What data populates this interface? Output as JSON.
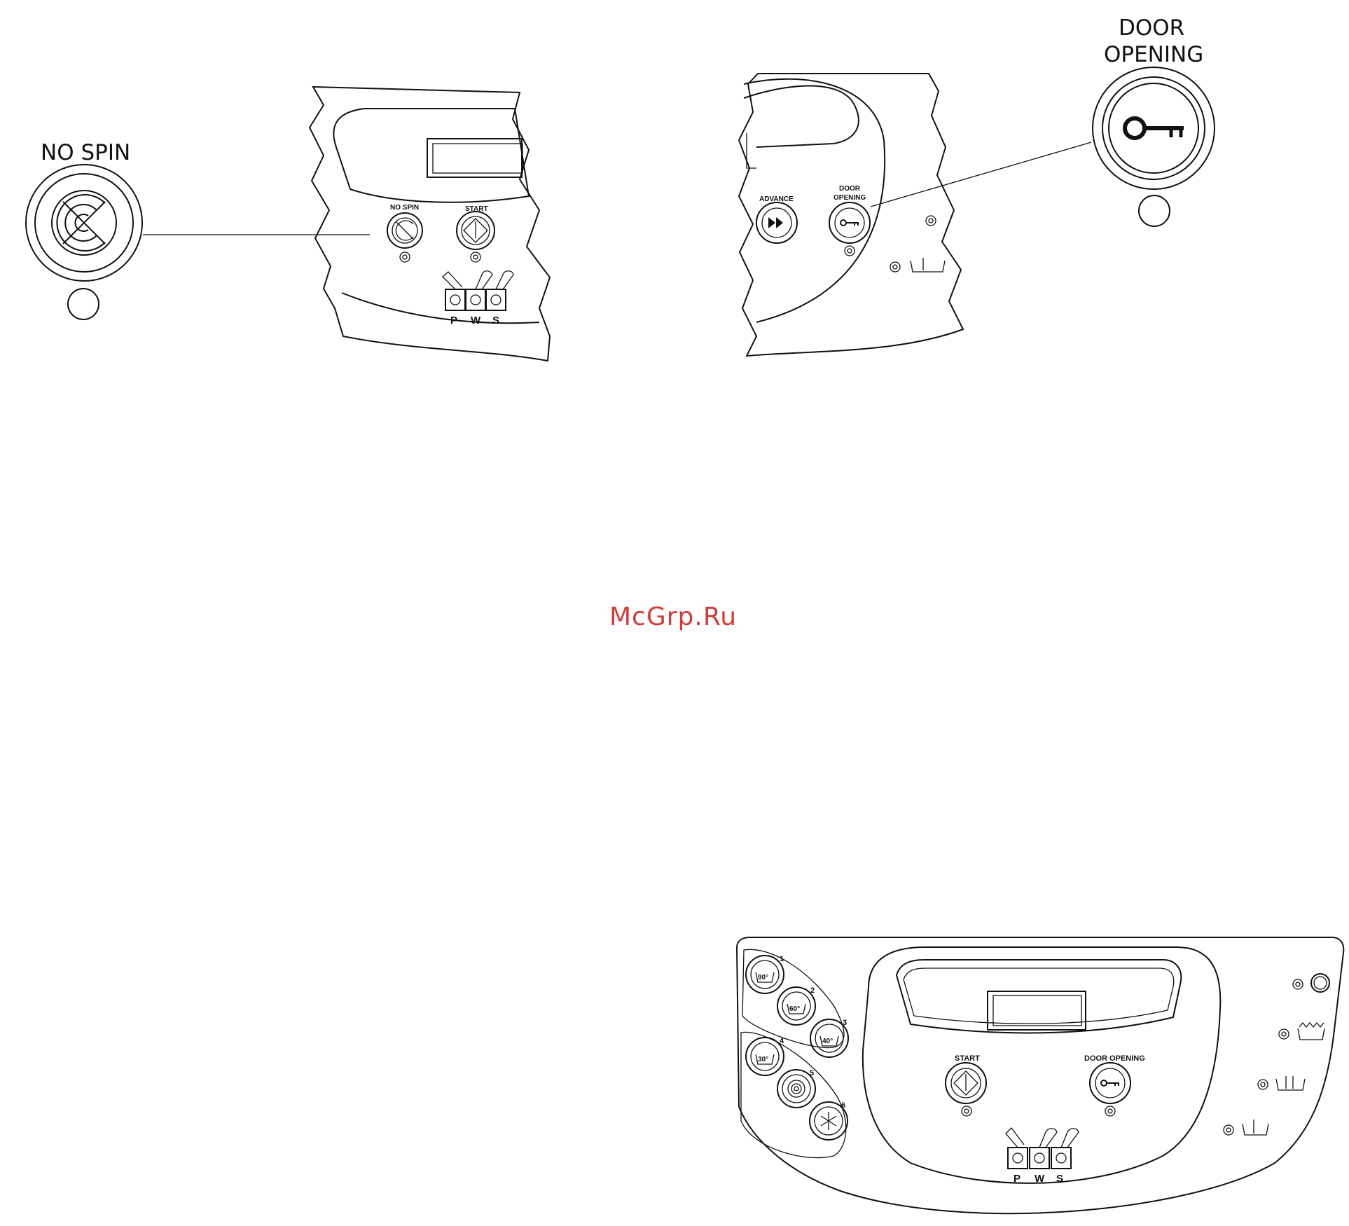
{
  "figures": {
    "nospin": {
      "callout_title": "NO SPIN",
      "panel_btn_nospin": "NO SPIN",
      "panel_btn_start": "START",
      "pws": [
        "P",
        "W",
        "S"
      ]
    },
    "door": {
      "callout_title_line1": "DOOR",
      "callout_title_line2": "OPENING",
      "panel_btn_advance": "ADVANCE",
      "panel_btn_door_line1": "DOOR",
      "panel_btn_door_line2": "OPENING"
    },
    "full_panel": {
      "start_label": "START",
      "door_label": "DOOR OPENING",
      "programs": [
        {
          "num": "1",
          "temp": "90°"
        },
        {
          "num": "2",
          "temp": "60°"
        },
        {
          "num": "3",
          "temp": "40°"
        },
        {
          "num": "4",
          "temp": "30°"
        },
        {
          "num": "5",
          "temp": ""
        },
        {
          "num": "6",
          "temp": ""
        }
      ],
      "pws": [
        "P",
        "W",
        "S"
      ]
    }
  },
  "watermark": "McGrp.Ru"
}
